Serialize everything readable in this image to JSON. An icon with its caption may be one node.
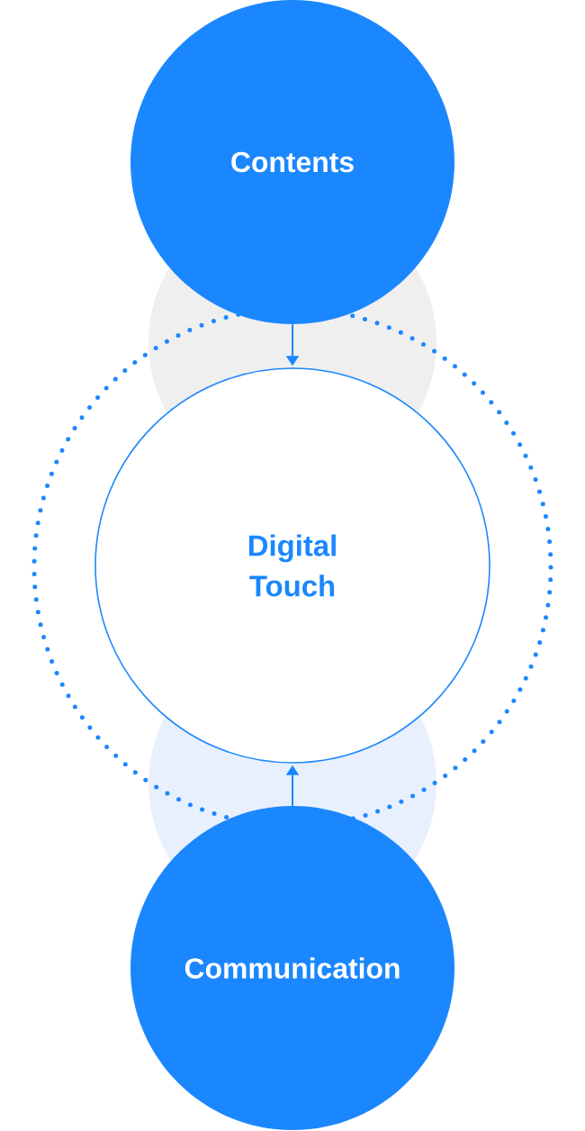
{
  "diagram": {
    "nodes": [
      {
        "text": [
          "Contents"
        ]
      },
      {
        "text": [
          "Digital Touch"
        ]
      },
      {
        "text": [
          "Communication"
        ]
      }
    ],
    "edges": [
      {
        "from": 0,
        "to": 1,
        "arrow": "to"
      },
      {
        "from": 2,
        "to": 1,
        "arrow": "to"
      }
    ]
  }
}
